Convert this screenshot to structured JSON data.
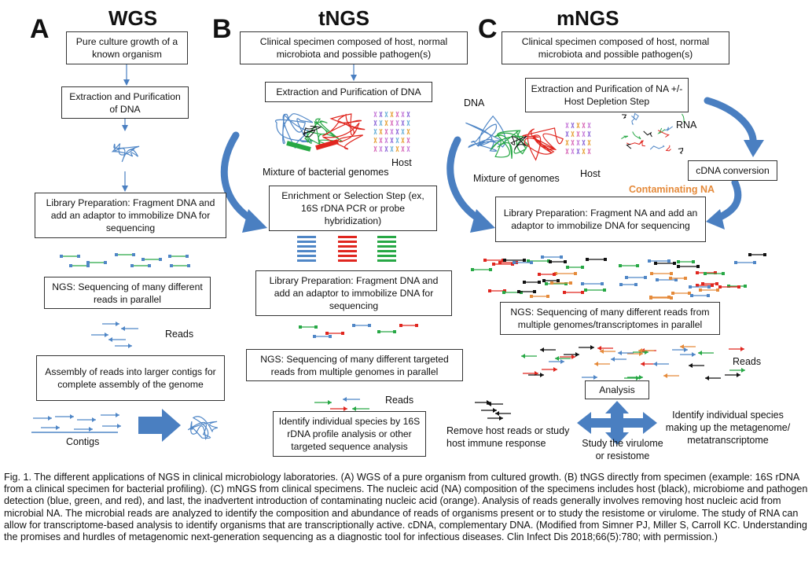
{
  "panels": {
    "a": {
      "letter": "A",
      "title": "WGS"
    },
    "b": {
      "letter": "B",
      "title": "tNGS"
    },
    "c": {
      "letter": "C",
      "title": "mNGS"
    }
  },
  "boxes": {
    "a1": "Pure culture growth of a known organism",
    "a2": "Extraction and Purification of DNA",
    "a3": "Library Preparation: Fragment DNA and add an adaptor to immobilize DNA for sequencing",
    "a4": "NGS: Sequencing of many different reads in parallel",
    "a5": "Assembly of reads into larger contigs for complete assembly of the genome",
    "b1": "Clinical specimen composed of host, normal microbiota and possible pathogen(s)",
    "b2": "Extraction and Purification of DNA",
    "b3": "Enrichment or Selection Step (ex, 16S rDNA PCR or probe hybridization)",
    "b4": "Library Preparation: Fragment DNA and add an adaptor to immobilize DNA for sequencing",
    "b5": "NGS: Sequencing of many different targeted reads from multiple genomes in parallel",
    "b6": "Identify individual species by 16S rDNA profile analysis or other targeted sequence analysis",
    "c1": "Clinical specimen composed of host, normal microbiota and possible pathogen(s)",
    "c2": "Extraction and Purification of NA +/- Host Depletion Step",
    "c3": "cDNA conversion",
    "c4": "Library Preparation: Fragment NA and add an adaptor to immobilize DNA for sequencing",
    "c5": "NGS: Sequencing of many different reads from multiple genomes/transcriptomes in parallel",
    "c6": "Analysis"
  },
  "labels": {
    "a_reads": "Reads",
    "a_contigs": "Contigs",
    "b_mixture": "Mixture of bacterial genomes",
    "b_host": "Host",
    "b_reads": "Reads",
    "c_dna": "DNA",
    "c_rna": "RNA",
    "c_mixture": "Mixture of genomes",
    "c_host": "Host",
    "c_contaminating": "Contaminating NA",
    "c_reads": "Reads",
    "c_remove": "Remove host reads or study host immune response",
    "c_virulome": "Study the virulome or resistome",
    "c_identify": "Identify individual species making up the metagenome/ metatranscriptome"
  },
  "colors": {
    "blue": "#4f86c6",
    "green": "#27a845",
    "red": "#e0261f",
    "black": "#111111",
    "orange": "#e58a3a",
    "arrow_blue": "#4a7fc1",
    "contaminating_text": "#e58a3a"
  },
  "caption": "Fig. 1. The different applications of NGS in clinical microbiology laboratories. (A) WGS of a pure organism from cultured growth. (B) tNGS directly from specimen (example: 16S rDNA from a clinical specimen for bacterial profiling). (C) mNGS from clinical specimens. The nucleic acid (NA) composition of the specimens includes host (black), microbiome and pathogen detection (blue, green, and red), and last, the inadvertent introduction of contaminating nucleic acid (orange). Analysis of reads generally involves removing host nucleic acid from microbial NA. The microbial reads are analyzed to identify the composition and abundance of reads of organisms present or to study the resistome or virulome. The study of RNA can allow for transcriptome-based analysis to identify organisms that are transcriptionally active. cDNA, complementary DNA. (Modified from Simner PJ, Miller S, Carroll KC. Understanding the promises and hurdles of metagenomic next-generation sequencing as a diagnostic tool for infectious diseases. Clin Infect Dis 2018;66(5):780; with permission.)"
}
